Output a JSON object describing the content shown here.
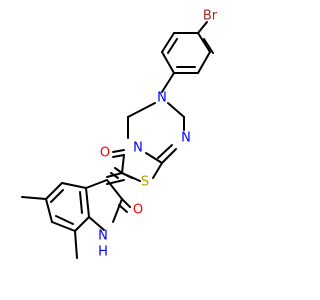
{
  "atoms": {
    "Br": {
      "text": "Br",
      "color": "#a52a2a"
    },
    "N1": {
      "text": "N",
      "color": "#0000ff"
    },
    "N2": {
      "text": "N",
      "color": "#0000ff"
    },
    "N3": {
      "text": "N",
      "color": "#0000ff"
    },
    "S": {
      "text": "S",
      "color": "#b8a000"
    },
    "O1": {
      "text": "O",
      "color": "#ff0000"
    },
    "O2": {
      "text": "O",
      "color": "#ff0000"
    },
    "NH": {
      "text": "H",
      "color": "#0000ff"
    }
  }
}
